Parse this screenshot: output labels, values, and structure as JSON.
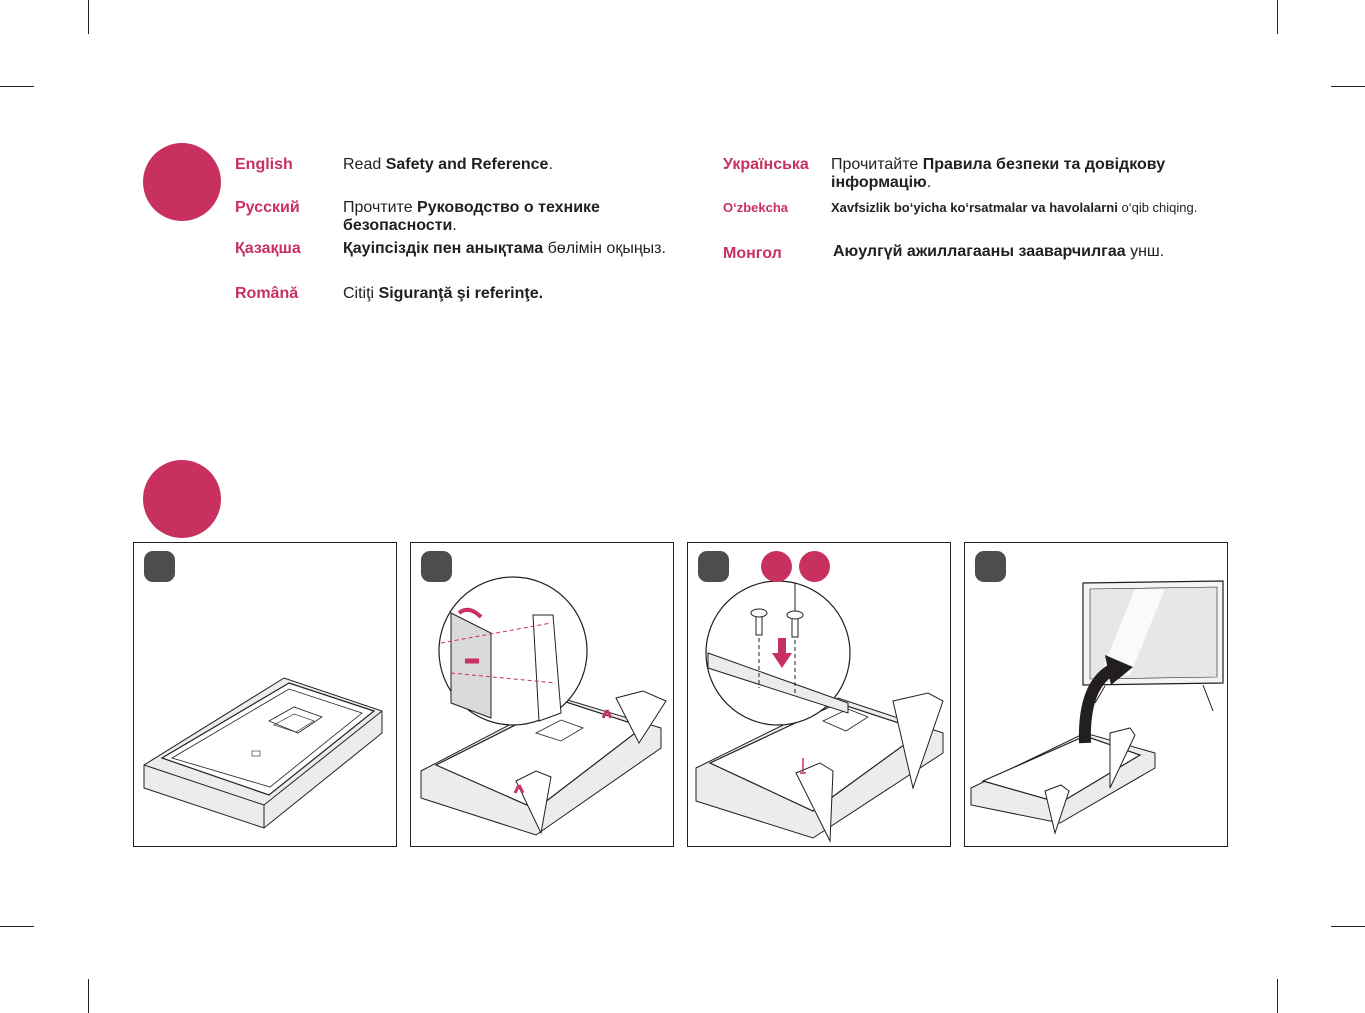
{
  "colors": {
    "accent": "#c8315f",
    "text": "#231f20",
    "step_badge": "#4d4d4f"
  },
  "section1": {
    "languages": [
      {
        "name": "English",
        "prefix": "Read ",
        "bold": "Safety and Reference",
        "suffix": "."
      },
      {
        "name": "Русский",
        "prefix": "Прочтите ",
        "bold": "Руководство о технике безопасности",
        "suffix": "."
      },
      {
        "name": "Қазақша",
        "prefix": "",
        "bold": "Қауіпсіздік пен анықтама",
        "suffix": " бөлімін оқыңыз."
      },
      {
        "name": "Română",
        "prefix": "Citiţi ",
        "bold": "Siguranţă şi referinţe.",
        "suffix": ""
      },
      {
        "name": "Українська",
        "prefix": "Прочитайте ",
        "bold": "Правила безпеки та довідкову інформацію",
        "suffix": "."
      },
      {
        "name": "O‘zbekcha",
        "prefix": "",
        "bold": "Xavfsizlik bo‘yicha ko‘rsatmalar va havolalarni",
        "suffix": " o‘qib chiqing."
      },
      {
        "name": "Монгол",
        "prefix": "",
        "bold": "Аюулгүй ажиллагааны зааварчилгаа",
        "suffix": " унш."
      }
    ]
  },
  "section2": {
    "steps": [
      {
        "icon": "tv-face-down-on-cushion-illustration"
      },
      {
        "icon": "attach-stand-legs-illustration"
      },
      {
        "icon": "screw-stand-legs-illustration"
      },
      {
        "icon": "lift-tv-upright-illustration"
      }
    ]
  }
}
